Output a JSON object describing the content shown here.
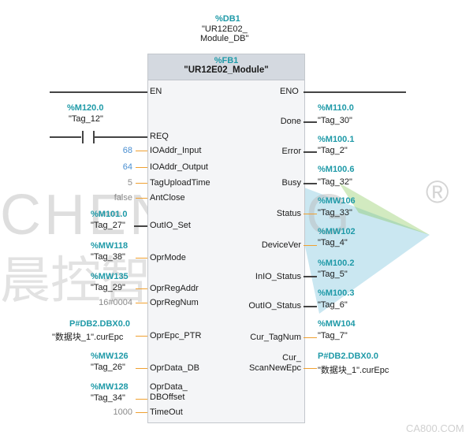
{
  "instance": {
    "address": "%DB1",
    "name_line1": "\"UR12E02_",
    "name_line2": "Module_DB\""
  },
  "block": {
    "type": "%FB1",
    "name": "\"UR12E02_Module\""
  },
  "left_pins": [
    {
      "pin": "EN"
    },
    {
      "pin": "REQ",
      "addr": "%M120.0",
      "tag": "\"Tag_12\""
    },
    {
      "pin": "IOAddr_Input",
      "value": "68"
    },
    {
      "pin": "IOAddr_Output",
      "value": "64"
    },
    {
      "pin": "TagUploadTime",
      "value": "5"
    },
    {
      "pin": "AntClose",
      "value": "false"
    },
    {
      "pin": "OutIO_Set",
      "addr": "%M101.0",
      "tag": "\"Tag_27\""
    },
    {
      "pin": "OprMode",
      "addr": "%MW118",
      "tag": "\"Tag_38\""
    },
    {
      "pin": "OprRegAddr",
      "addr": "%MW135",
      "tag": "\"Tag_29\""
    },
    {
      "pin": "OprRegNum",
      "value": "16#0004"
    },
    {
      "pin": "OprEpc_PTR",
      "addr": "P#DB2.DBX0.0",
      "tag": "\"数据块_1\".curEpc"
    },
    {
      "pin": "OprData_DB",
      "addr": "%MW126",
      "tag": "\"Tag_26\""
    },
    {
      "pin_line1": "OprData_",
      "pin_line2": "DBOffset",
      "addr": "%MW128",
      "tag": "\"Tag_34\""
    },
    {
      "pin": "TimeOut",
      "value": "1000"
    }
  ],
  "right_pins": [
    {
      "pin": "ENO"
    },
    {
      "pin": "Done",
      "addr": "%M110.0",
      "tag": "\"Tag_30\""
    },
    {
      "pin": "Error",
      "addr": "%M100.1",
      "tag": "\"Tag_2\""
    },
    {
      "pin": "Busy",
      "addr": "%M100.6",
      "tag": "\"Tag_32\""
    },
    {
      "pin": "Status",
      "addr": "%MW106",
      "tag": "\"Tag_33\""
    },
    {
      "pin": "DeviceVer",
      "addr": "%MW102",
      "tag": "\"Tag_4\""
    },
    {
      "pin": "InIO_Status",
      "addr": "%M100.2",
      "tag": "\"Tag_5\""
    },
    {
      "pin": "OutIO_Status",
      "addr": "%M100.3",
      "tag": "\"Tag_6\""
    },
    {
      "pin": "Cur_TagNum",
      "addr": "%MW104",
      "tag": "\"Tag_7\""
    },
    {
      "pin_line1": "Cur_",
      "pin_line2": "ScanNewEpc",
      "addr": "P#DB2.DBX0.0",
      "tag": "\"数据块_1\".curEpc"
    }
  ],
  "watermark": {
    "brand": "CHENKONG",
    "chinese": "晨控智能",
    "registered": "®",
    "site": "CA800.COM"
  },
  "colors": {
    "teal": "#1f9aa8",
    "blue_value": "#4a8fd1",
    "gray_value": "#8a8a8a",
    "wire": "#f0a030",
    "block_header": "#d4d9e0"
  }
}
